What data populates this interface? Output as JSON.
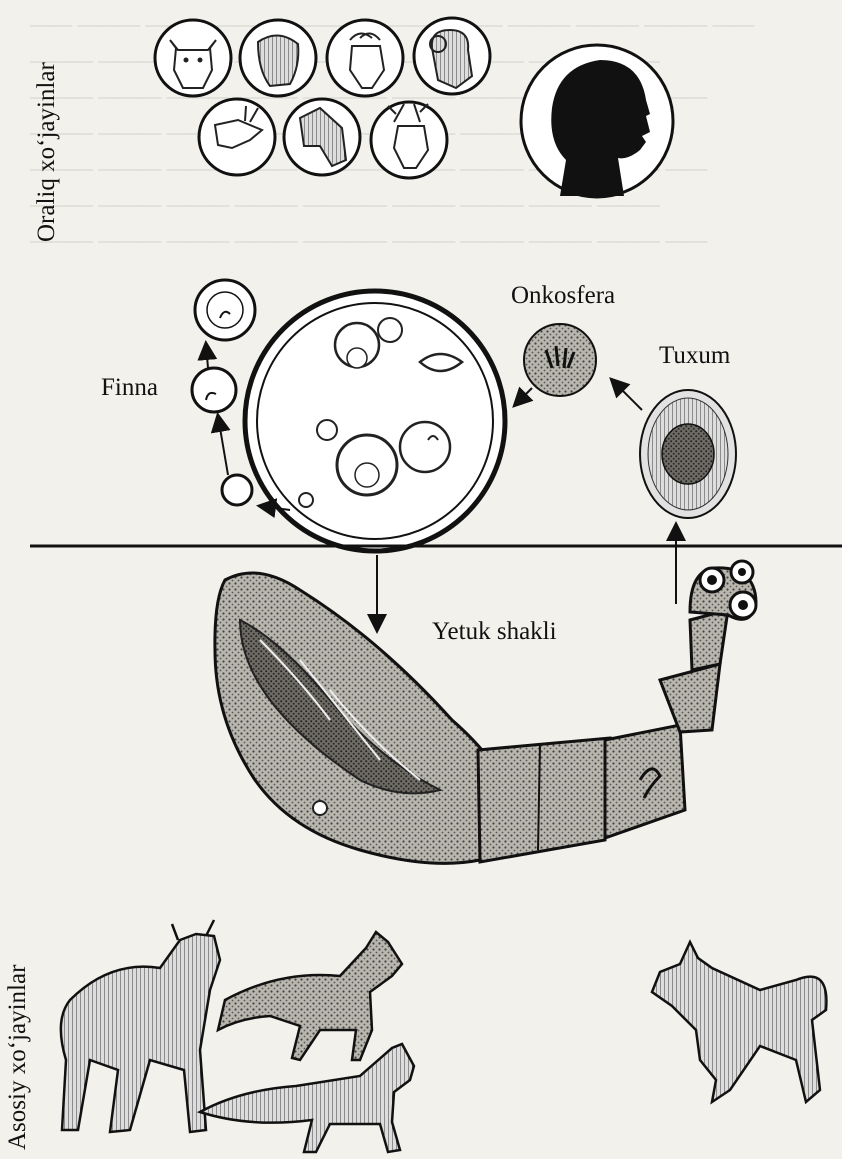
{
  "labels": {
    "intermediate_hosts": "Oraliq xo‘jayinlar",
    "definitive_hosts": "Asosiy xo‘jayinlar",
    "finna": "Finna",
    "onkosfera": "Onkosfera",
    "tuxum": "Tuxum",
    "adult_form": "Yetuk shakli"
  },
  "colors": {
    "ink": "#111111",
    "paper": "#f3f1ec",
    "stipple": "#6b6b6b",
    "egg_ring": "#cfcfcf"
  },
  "icons": {
    "intermediate_animals": [
      "cow-head-icon",
      "sheep-head-icon",
      "goat-head-icon",
      "ram-head-icon",
      "deer-head-icon",
      "horse-head-icon",
      "reindeer-head-icon"
    ],
    "human": "human-head-silhouette-icon",
    "definitive_animals": [
      "wolf-icon",
      "jackal-icon",
      "fox-icon",
      "dog-icon"
    ]
  }
}
